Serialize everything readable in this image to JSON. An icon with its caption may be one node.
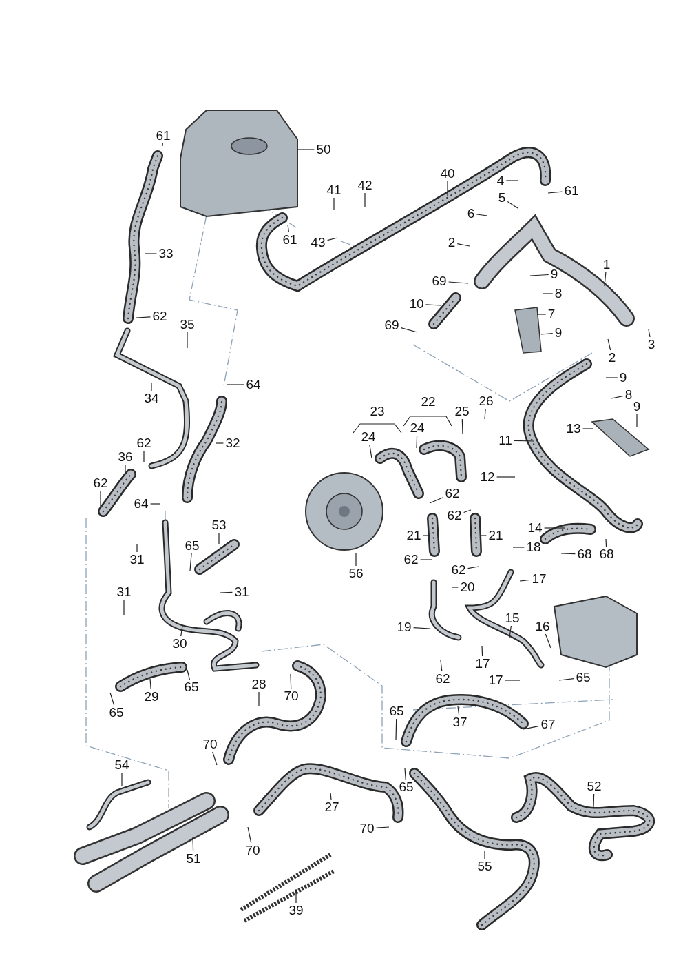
{
  "diagram": {
    "nodes": [
      {
        "text": [
          "61"
        ]
      },
      {
        "text": [
          "50"
        ]
      },
      {
        "text": [
          "40"
        ]
      },
      {
        "text": [
          "4"
        ]
      },
      {
        "text": [
          "42"
        ]
      },
      {
        "text": [
          "41"
        ]
      },
      {
        "text": [
          "61"
        ]
      },
      {
        "text": [
          "5"
        ]
      },
      {
        "text": [
          "6"
        ]
      },
      {
        "text": [
          "61"
        ]
      },
      {
        "text": [
          "43"
        ]
      },
      {
        "text": [
          "2"
        ]
      },
      {
        "text": [
          "33"
        ]
      },
      {
        "text": [
          "1"
        ]
      },
      {
        "text": [
          "9"
        ]
      },
      {
        "text": [
          "69"
        ]
      },
      {
        "text": [
          "8"
        ]
      },
      {
        "text": [
          "10"
        ]
      },
      {
        "text": [
          "7"
        ]
      },
      {
        "text": [
          "62"
        ]
      },
      {
        "text": [
          "35"
        ]
      },
      {
        "text": [
          "69"
        ]
      },
      {
        "text": [
          "9"
        ]
      },
      {
        "text": [
          "3"
        ]
      },
      {
        "text": [
          "2"
        ]
      },
      {
        "text": [
          "9"
        ]
      },
      {
        "text": [
          "64"
        ]
      },
      {
        "text": [
          "8"
        ]
      },
      {
        "text": [
          "34"
        ]
      },
      {
        "text": [
          "26"
        ]
      },
      {
        "text": [
          "25"
        ]
      },
      {
        "text": [
          "9"
        ]
      },
      {
        "text": [
          "13"
        ]
      },
      {
        "text": [
          "24"
        ]
      },
      {
        "text": [
          "24"
        ]
      },
      {
        "text": [
          "11"
        ]
      },
      {
        "text": [
          "32"
        ]
      },
      {
        "text": [
          "62"
        ]
      },
      {
        "text": [
          "36"
        ]
      },
      {
        "text": [
          "12"
        ]
      },
      {
        "text": [
          "62"
        ]
      },
      {
        "text": [
          "62"
        ]
      },
      {
        "text": [
          "64"
        ]
      },
      {
        "text": [
          "62"
        ]
      },
      {
        "text": [
          "53"
        ]
      },
      {
        "text": [
          "14"
        ]
      },
      {
        "text": [
          "21"
        ]
      },
      {
        "text": [
          "21"
        ]
      },
      {
        "text": [
          "18"
        ]
      },
      {
        "text": [
          "65"
        ]
      },
      {
        "text": [
          "68"
        ]
      },
      {
        "text": [
          "68"
        ]
      },
      {
        "text": [
          "31"
        ]
      },
      {
        "text": [
          "62"
        ]
      },
      {
        "text": [
          "62"
        ]
      },
      {
        "text": [
          "56"
        ]
      },
      {
        "text": [
          "17"
        ]
      },
      {
        "text": [
          "20"
        ]
      },
      {
        "text": [
          "31"
        ]
      },
      {
        "text": [
          "31"
        ]
      },
      {
        "text": [
          "15"
        ]
      },
      {
        "text": [
          "16"
        ]
      },
      {
        "text": [
          "19"
        ]
      },
      {
        "text": [
          "30"
        ]
      },
      {
        "text": [
          "17"
        ]
      },
      {
        "text": [
          "62"
        ]
      },
      {
        "text": [
          "17"
        ]
      },
      {
        "text": [
          "65"
        ]
      },
      {
        "text": [
          "28"
        ]
      },
      {
        "text": [
          "65"
        ]
      },
      {
        "text": [
          "70"
        ]
      },
      {
        "text": [
          "29"
        ]
      },
      {
        "text": [
          "65"
        ]
      },
      {
        "text": [
          "65"
        ]
      },
      {
        "text": [
          "37"
        ]
      },
      {
        "text": [
          "67"
        ]
      },
      {
        "text": [
          "70"
        ]
      },
      {
        "text": [
          "54"
        ]
      },
      {
        "text": [
          "52"
        ]
      },
      {
        "text": [
          "65"
        ]
      },
      {
        "text": [
          "27"
        ]
      },
      {
        "text": [
          "70"
        ]
      },
      {
        "text": [
          "70"
        ]
      },
      {
        "text": [
          "51"
        ]
      },
      {
        "text": [
          "55"
        ]
      },
      {
        "text": [
          "39"
        ]
      }
    ],
    "edges": [
      {
        "from": 0,
        "to": null,
        "arrow": "none"
      },
      {
        "from": 1,
        "to": null,
        "arrow": "none"
      },
      {
        "from": 2,
        "to": null,
        "arrow": "none"
      },
      {
        "from": 3,
        "to": null,
        "arrow": "none"
      },
      {
        "from": 4,
        "to": null,
        "arrow": "none"
      },
      {
        "from": 5,
        "to": null,
        "arrow": "none"
      },
      {
        "from": 6,
        "to": null,
        "arrow": "none"
      },
      {
        "from": 7,
        "to": null,
        "arrow": "none"
      },
      {
        "from": 8,
        "to": null,
        "arrow": "none"
      },
      {
        "from": 9,
        "to": null,
        "arrow": "none"
      },
      {
        "from": 10,
        "to": null,
        "arrow": "none"
      },
      {
        "from": 11,
        "to": null,
        "arrow": "none"
      },
      {
        "from": 12,
        "to": null,
        "arrow": "none"
      },
      {
        "from": 13,
        "to": null,
        "arrow": "none"
      },
      {
        "from": 14,
        "to": null,
        "arrow": "none"
      },
      {
        "from": 15,
        "to": null,
        "arrow": "none"
      },
      {
        "from": 16,
        "to": null,
        "arrow": "none"
      },
      {
        "from": 17,
        "to": null,
        "arrow": "none"
      },
      {
        "from": 18,
        "to": null,
        "arrow": "none"
      },
      {
        "from": 19,
        "to": null,
        "arrow": "none"
      },
      {
        "from": 20,
        "to": null,
        "arrow": "none"
      },
      {
        "from": 21,
        "to": null,
        "arrow": "none"
      },
      {
        "from": 22,
        "to": null,
        "arrow": "none"
      },
      {
        "from": 23,
        "to": null,
        "arrow": "none"
      },
      {
        "from": 24,
        "to": null,
        "arrow": "none"
      },
      {
        "from": 25,
        "to": null,
        "arrow": "none"
      },
      {
        "from": 26,
        "to": null,
        "arrow": "none"
      },
      {
        "from": 27,
        "to": null,
        "arrow": "none"
      },
      {
        "from": 28,
        "to": null,
        "arrow": "none"
      },
      {
        "from": 29,
        "to": null,
        "arrow": "none"
      },
      {
        "from": 30,
        "to": null,
        "arrow": "none"
      },
      {
        "from": 31,
        "to": null,
        "arrow": "none"
      },
      {
        "from": 32,
        "to": null,
        "arrow": "none"
      },
      {
        "from": 33,
        "to": null,
        "arrow": "none"
      },
      {
        "from": 34,
        "to": null,
        "arrow": "none"
      },
      {
        "from": 35,
        "to": null,
        "arrow": "none"
      },
      {
        "from": 36,
        "to": null,
        "arrow": "none"
      },
      {
        "from": 37,
        "to": null,
        "arrow": "none"
      },
      {
        "from": 38,
        "to": null,
        "arrow": "none"
      },
      {
        "from": 39,
        "to": null,
        "arrow": "none"
      },
      {
        "from": 40,
        "to": null,
        "arrow": "none"
      },
      {
        "from": 41,
        "to": null,
        "arrow": "none"
      },
      {
        "from": 42,
        "to": null,
        "arrow": "none"
      },
      {
        "from": 43,
        "to": null,
        "arrow": "none"
      },
      {
        "from": 44,
        "to": null,
        "arrow": "none"
      },
      {
        "from": 45,
        "to": null,
        "arrow": "none"
      },
      {
        "from": 46,
        "to": null,
        "arrow": "none"
      },
      {
        "from": 47,
        "to": null,
        "arrow": "none"
      },
      {
        "from": 48,
        "to": null,
        "arrow": "none"
      },
      {
        "from": 49,
        "to": null,
        "arrow": "none"
      },
      {
        "from": 50,
        "to": null,
        "arrow": "none"
      },
      {
        "from": 51,
        "to": null,
        "arrow": "none"
      },
      {
        "from": 52,
        "to": null,
        "arrow": "none"
      },
      {
        "from": 53,
        "to": null,
        "arrow": "none"
      },
      {
        "from": 54,
        "to": null,
        "arrow": "none"
      },
      {
        "from": 55,
        "to": null,
        "arrow": "none"
      },
      {
        "from": 56,
        "to": null,
        "arrow": "none"
      },
      {
        "from": 57,
        "to": null,
        "arrow": "none"
      },
      {
        "from": 58,
        "to": null,
        "arrow": "none"
      },
      {
        "from": 59,
        "to": null,
        "arrow": "none"
      },
      {
        "from": 60,
        "to": null,
        "arrow": "none"
      },
      {
        "from": 61,
        "to": null,
        "arrow": "none"
      },
      {
        "from": 62,
        "to": null,
        "arrow": "none"
      },
      {
        "from": 63,
        "to": null,
        "arrow": "none"
      },
      {
        "from": 64,
        "to": null,
        "arrow": "none"
      },
      {
        "from": 65,
        "to": null,
        "arrow": "none"
      },
      {
        "from": 66,
        "to": null,
        "arrow": "none"
      },
      {
        "from": 67,
        "to": null,
        "arrow": "none"
      },
      {
        "from": 68,
        "to": null,
        "arrow": "none"
      },
      {
        "from": 69,
        "to": null,
        "arrow": "none"
      },
      {
        "from": 70,
        "to": null,
        "arrow": "none"
      },
      {
        "from": 71,
        "to": null,
        "arrow": "none"
      },
      {
        "from": 72,
        "to": null,
        "arrow": "none"
      },
      {
        "from": 73,
        "to": null,
        "arrow": "none"
      },
      {
        "from": 74,
        "to": null,
        "arrow": "none"
      },
      {
        "from": 75,
        "to": null,
        "arrow": "none"
      },
      {
        "from": 76,
        "to": null,
        "arrow": "none"
      },
      {
        "from": 77,
        "to": null,
        "arrow": "none"
      },
      {
        "from": 78,
        "to": null,
        "arrow": "none"
      },
      {
        "from": 79,
        "to": null,
        "arrow": "none"
      },
      {
        "from": 80,
        "to": null,
        "arrow": "none"
      },
      {
        "from": 81,
        "to": null,
        "arrow": "none"
      },
      {
        "from": 82,
        "to": null,
        "arrow": "none"
      },
      {
        "from": 83,
        "to": null,
        "arrow": "none"
      },
      {
        "from": 84,
        "to": null,
        "arrow": "none"
      },
      {
        "from": 85,
        "to": null,
        "arrow": "none"
      }
    ],
    "labels": [
      "22",
      "23"
    ]
  }
}
